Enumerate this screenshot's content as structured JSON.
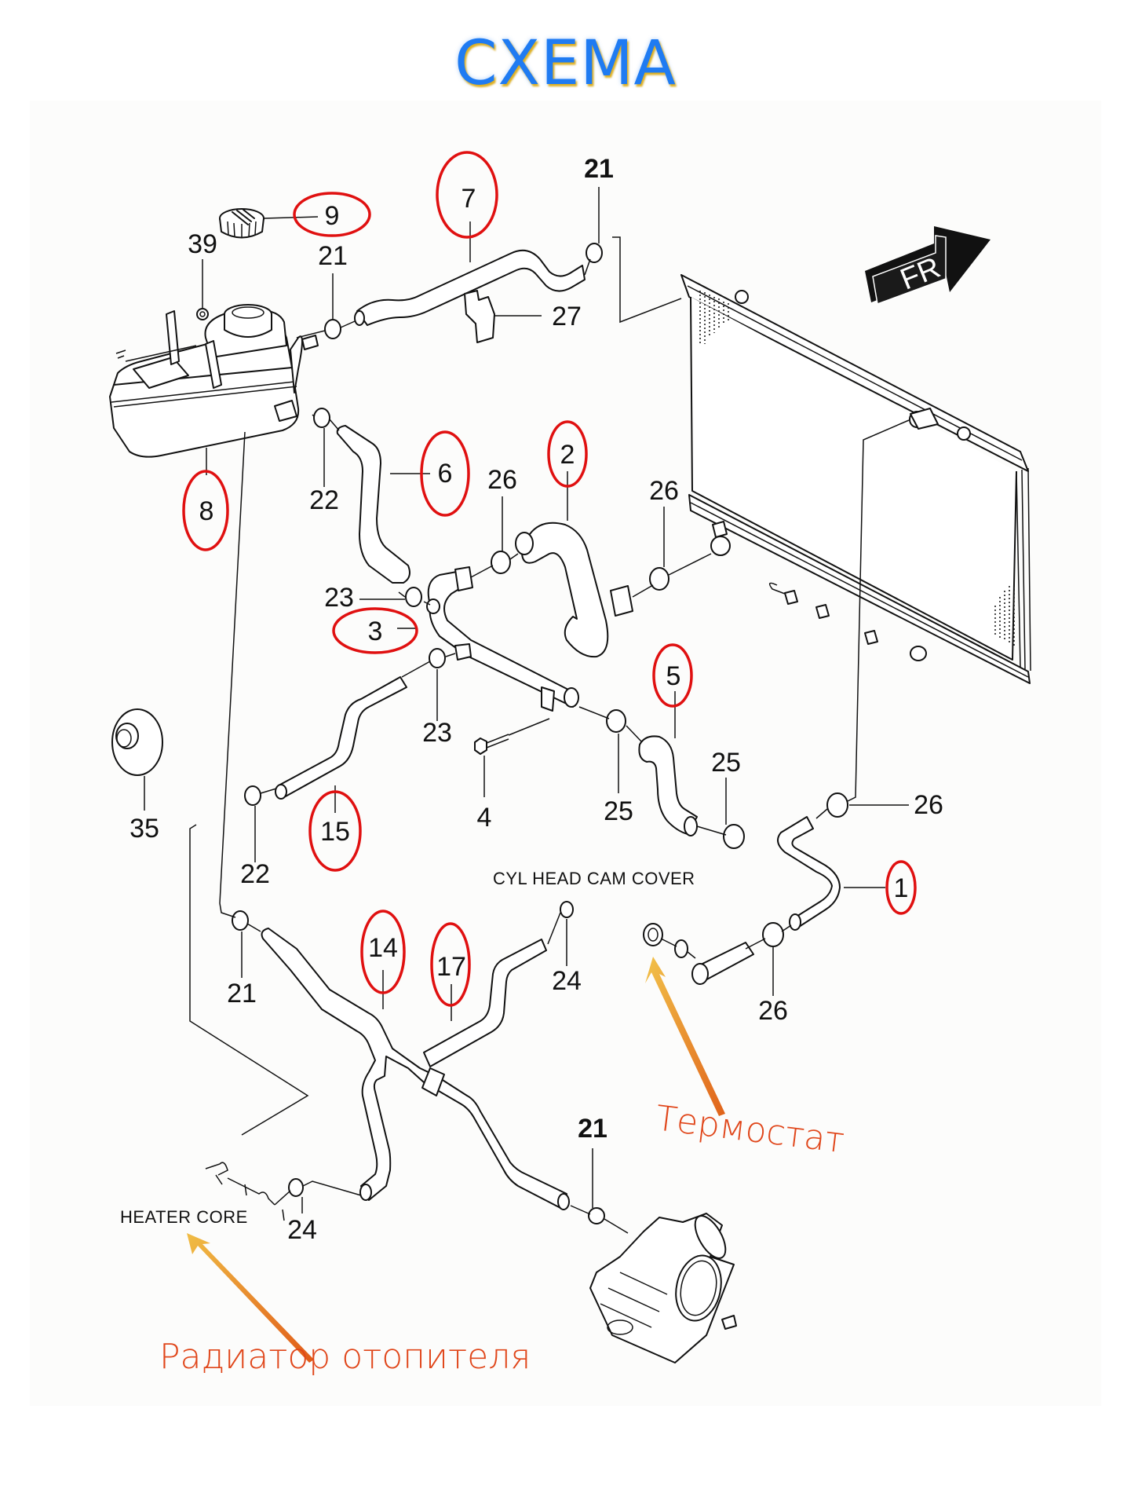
{
  "title": "СХЕМА",
  "colors": {
    "title": "#1f7bf2",
    "title_shadow": "#e0b020",
    "highlight_ring": "#e01010",
    "annotation_text": "#e0461a",
    "annotation_arrow_start": "#f2c24a",
    "annotation_arrow_end": "#e0621a",
    "line_art": "#111111",
    "panel": "#fcfcfb"
  },
  "direction_marker": {
    "label": "FR",
    "icon": "front-direction-arrow"
  },
  "notes": {
    "cyl_head_cam_cover": "CYL HEAD CAM COVER",
    "heater_core": "HEATER CORE"
  },
  "annotations": {
    "thermostat": "Термостат",
    "heater_radiator": "Радиатор отопителя"
  },
  "callouts": [
    {
      "id": "9",
      "label": "9",
      "part": "reservoir-cap",
      "highlighted": true
    },
    {
      "id": "39",
      "label": "39",
      "part": "nut",
      "highlighted": false
    },
    {
      "id": "21a",
      "label": "21",
      "part": "clamp",
      "highlighted": false
    },
    {
      "id": "7",
      "label": "7",
      "part": "hose",
      "highlighted": true
    },
    {
      "id": "21b",
      "label": "21",
      "part": "clamp",
      "highlighted": false
    },
    {
      "id": "27",
      "label": "27",
      "part": "hose-bracket",
      "highlighted": false
    },
    {
      "id": "8",
      "label": "8",
      "part": "coolant-reservoir",
      "highlighted": true
    },
    {
      "id": "22a",
      "label": "22",
      "part": "clamp",
      "highlighted": false
    },
    {
      "id": "6",
      "label": "6",
      "part": "hose",
      "highlighted": true
    },
    {
      "id": "26a",
      "label": "26",
      "part": "clamp",
      "highlighted": false
    },
    {
      "id": "2",
      "label": "2",
      "part": "radiator-lower-hose",
      "highlighted": true
    },
    {
      "id": "26b",
      "label": "26",
      "part": "clamp",
      "highlighted": false
    },
    {
      "id": "23a",
      "label": "23",
      "part": "clamp",
      "highlighted": false
    },
    {
      "id": "3",
      "label": "3",
      "part": "coolant-pipe",
      "highlighted": true
    },
    {
      "id": "5",
      "label": "5",
      "part": "hose",
      "highlighted": true
    },
    {
      "id": "23b",
      "label": "23",
      "part": "clamp",
      "highlighted": false
    },
    {
      "id": "4",
      "label": "4",
      "part": "bolt",
      "highlighted": false
    },
    {
      "id": "25a",
      "label": "25",
      "part": "clamp",
      "highlighted": false
    },
    {
      "id": "25b",
      "label": "25",
      "part": "clamp",
      "highlighted": false
    },
    {
      "id": "26c",
      "label": "26",
      "part": "clamp",
      "highlighted": false
    },
    {
      "id": "35",
      "label": "35",
      "part": "pulley",
      "highlighted": false
    },
    {
      "id": "15",
      "label": "15",
      "part": "hose",
      "highlighted": true
    },
    {
      "id": "22b",
      "label": "22",
      "part": "clamp",
      "highlighted": false
    },
    {
      "id": "1",
      "label": "1",
      "part": "radiator-upper-hose",
      "highlighted": true
    },
    {
      "id": "14",
      "label": "14",
      "part": "heater-hose",
      "highlighted": true
    },
    {
      "id": "17",
      "label": "17",
      "part": "heater-hose",
      "highlighted": true
    },
    {
      "id": "24a",
      "label": "24",
      "part": "clamp",
      "highlighted": false
    },
    {
      "id": "21c",
      "label": "21",
      "part": "clamp",
      "highlighted": false
    },
    {
      "id": "26d",
      "label": "26",
      "part": "clamp",
      "highlighted": false
    },
    {
      "id": "21d",
      "label": "21",
      "part": "clamp",
      "highlighted": false
    },
    {
      "id": "24b",
      "label": "24",
      "part": "clamp",
      "highlighted": false
    }
  ]
}
